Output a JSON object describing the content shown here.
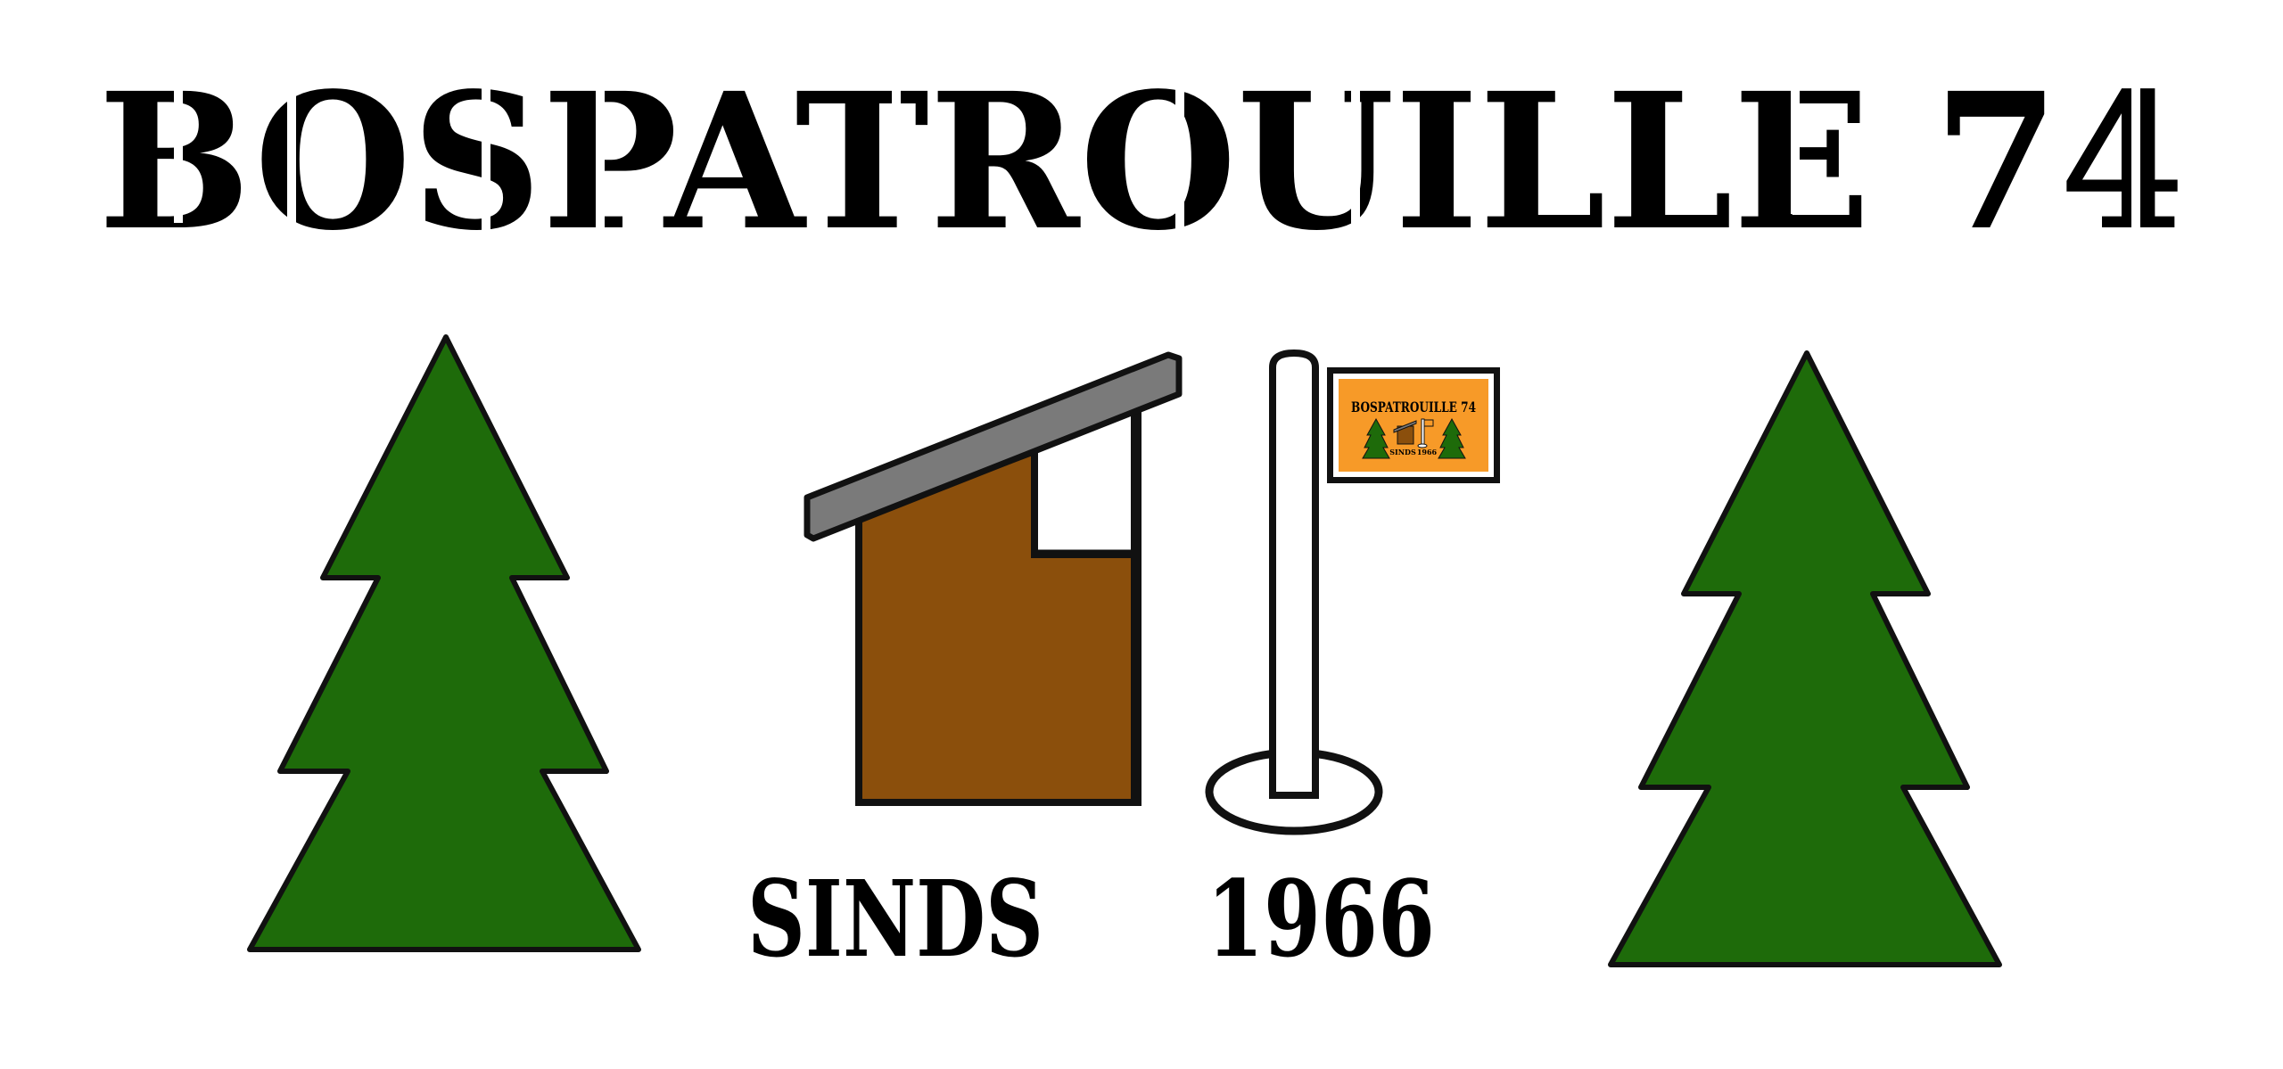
{
  "logo": {
    "title": "BOSPATROUILLE 74",
    "since_label": "SINDS",
    "since_year": "1966",
    "flag_title": "BOSPATROUILLE 74",
    "flag_since_label": "SINDS",
    "flag_since_year": "1966"
  },
  "colors": {
    "background": "#ffffff",
    "tree_green": "#1e6b0a",
    "outline": "#111111",
    "hut_brown": "#8b4f0c",
    "roof_gray": "#7a7a7a",
    "flag_orange": "#f79a28",
    "pole_white": "#ffffff"
  },
  "icons": {
    "left_tree": "pine-tree-icon",
    "right_tree": "pine-tree-icon",
    "hut": "hut-icon",
    "flagpole": "flagpole-icon",
    "flag": "flag-icon"
  }
}
